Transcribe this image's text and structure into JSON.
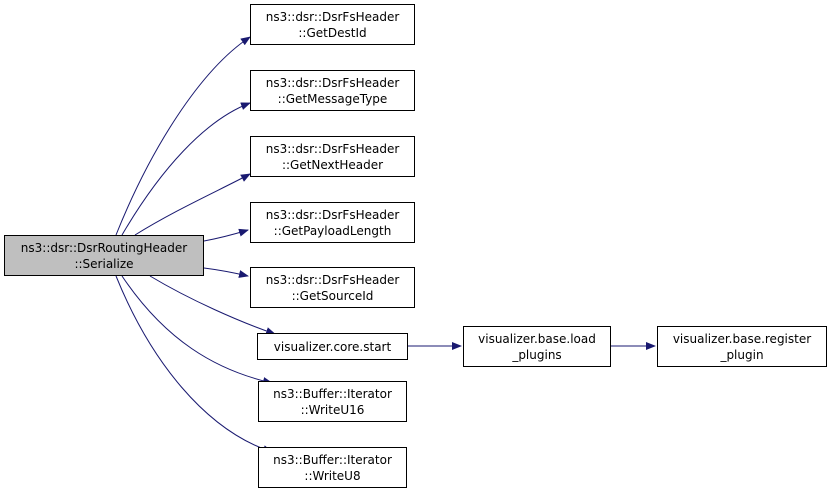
{
  "colors": {
    "edge": "#191970",
    "root_fill": "#bfbfbf",
    "node_fill": "#ffffff",
    "border": "#000000"
  },
  "nodes": {
    "root": {
      "line1": "ns3::dsr::DsrRoutingHeader",
      "line2": "::Serialize"
    },
    "n1": {
      "line1": "ns3::dsr::DsrFsHeader",
      "line2": "::GetDestId"
    },
    "n2": {
      "line1": "ns3::dsr::DsrFsHeader",
      "line2": "::GetMessageType"
    },
    "n3": {
      "line1": "ns3::dsr::DsrFsHeader",
      "line2": "::GetNextHeader"
    },
    "n4": {
      "line1": "ns3::dsr::DsrFsHeader",
      "line2": "::GetPayloadLength"
    },
    "n5": {
      "line1": "ns3::dsr::DsrFsHeader",
      "line2": "::GetSourceId"
    },
    "vcore": {
      "line1": "visualizer.core.start"
    },
    "vload": {
      "line1": "visualizer.base.load",
      "line2": "_plugins"
    },
    "vreg": {
      "line1": "visualizer.base.register",
      "line2": "_plugin"
    },
    "w16": {
      "line1": "ns3::Buffer::Iterator",
      "line2": "::WriteU16"
    },
    "w8": {
      "line1": "ns3::Buffer::Iterator",
      "line2": "::WriteU8"
    }
  },
  "edges": [
    {
      "from": "root",
      "to": "n1"
    },
    {
      "from": "root",
      "to": "n2"
    },
    {
      "from": "root",
      "to": "n3"
    },
    {
      "from": "root",
      "to": "n4"
    },
    {
      "from": "root",
      "to": "n5"
    },
    {
      "from": "root",
      "to": "vcore"
    },
    {
      "from": "root",
      "to": "w16"
    },
    {
      "from": "root",
      "to": "w8"
    },
    {
      "from": "vcore",
      "to": "vload"
    },
    {
      "from": "vload",
      "to": "vreg"
    }
  ]
}
